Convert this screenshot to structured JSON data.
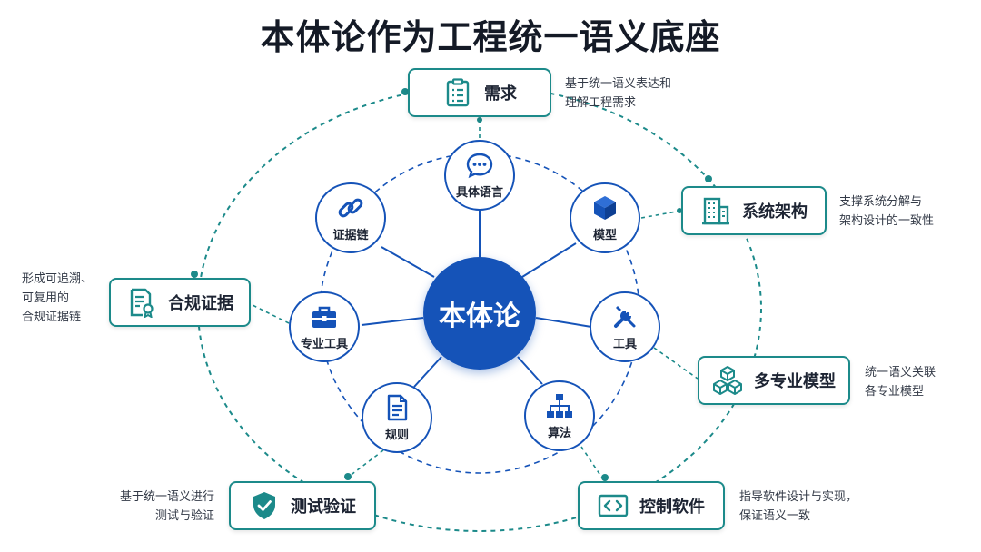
{
  "title": "本体论作为工程统一语义底座",
  "hub": {
    "label": "本体论"
  },
  "inner_nodes": [
    {
      "id": "language",
      "label": "具体语言",
      "icon": "chat-bubble-icon"
    },
    {
      "id": "model",
      "label": "模型",
      "icon": "cube-icon"
    },
    {
      "id": "tools",
      "label": "工具",
      "icon": "wrench-screwdriver-icon"
    },
    {
      "id": "algorithm",
      "label": "算法",
      "icon": "hierarchy-icon"
    },
    {
      "id": "rules",
      "label": "规则",
      "icon": "document-icon"
    },
    {
      "id": "professional-tools",
      "label": "专业工具",
      "icon": "toolbox-icon"
    },
    {
      "id": "evidence-chain",
      "label": "证据链",
      "icon": "link-icon"
    }
  ],
  "outer_boxes": [
    {
      "id": "requirements",
      "label": "需求",
      "icon": "clipboard-icon",
      "desc": [
        "基于统一语义表达和",
        "理解工程需求"
      ]
    },
    {
      "id": "system-architecture",
      "label": "系统架构",
      "icon": "building-icon",
      "desc": [
        "支撑系统分解与",
        "架构设计的一致性"
      ]
    },
    {
      "id": "multi-model",
      "label": "多专业模型",
      "icon": "cubes-icon",
      "desc": [
        "统一语义关联",
        "各专业模型"
      ]
    },
    {
      "id": "control-software",
      "label": "控制软件",
      "icon": "code-icon",
      "desc": [
        "指导软件设计与实现，",
        "保证语义一致"
      ]
    },
    {
      "id": "test-verification",
      "label": "测试验证",
      "icon": "shield-check-icon",
      "desc": [
        "基于统一语义进行",
        "测试与验证"
      ]
    },
    {
      "id": "compliance-evidence",
      "label": "合规证据",
      "icon": "certificate-icon",
      "desc": [
        "形成可追溯、",
        "可复用的",
        "合规证据链"
      ]
    }
  ],
  "colors": {
    "primary": "#1553b8",
    "teal": "#1c8a8a",
    "text": "#1d2433"
  }
}
